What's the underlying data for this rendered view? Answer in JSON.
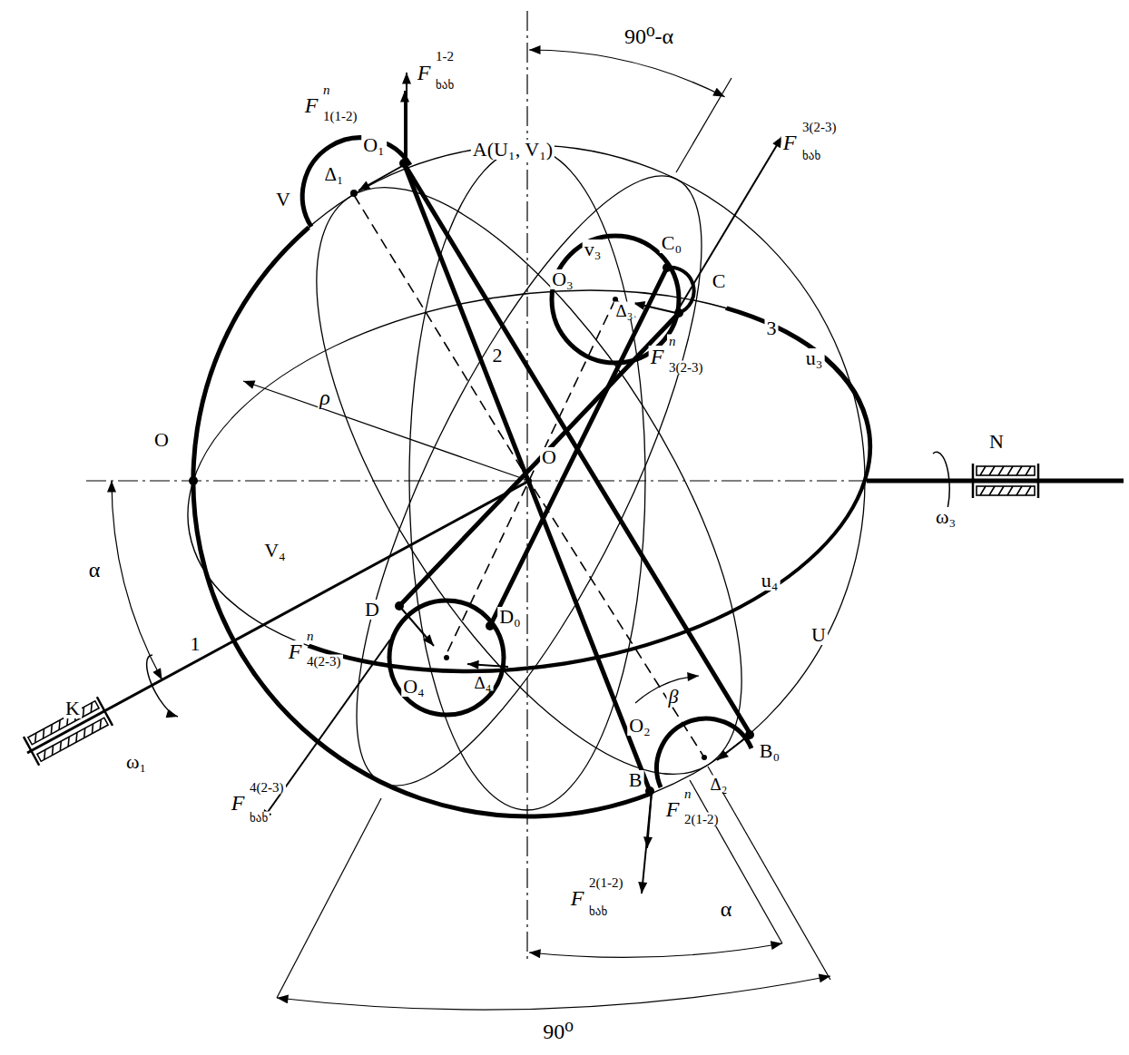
{
  "diagram": {
    "labels": [
      "90⁰-α",
      "F",
      "n",
      "1(1-2)",
      "F",
      "1-2",
      "ხახ",
      "O₁",
      "Δ₁",
      "V",
      "A(U₁, V₁)",
      "F",
      "3(2-3)",
      "ხახ",
      "v₃",
      "C₀",
      "O₃",
      "C",
      "Δ₃",
      "F",
      "n",
      "3(2-3)",
      "3",
      "u₃",
      "2",
      "ρ",
      "O",
      "O",
      "N",
      "ω₃",
      "α",
      "V₄",
      "D",
      "D₀",
      "u₄",
      "U",
      "1",
      "F",
      "n",
      "4(2-3)",
      "O₄",
      "Δ₄",
      "β",
      "O₂",
      "K",
      "ω₁",
      "B₀",
      "B",
      "Δ₂",
      "F",
      "n",
      "2(1-2)",
      "F",
      "4(2-3)",
      "ხახ",
      "F",
      "2(1-2)",
      "ხახ",
      "α",
      "90⁰"
    ]
  }
}
